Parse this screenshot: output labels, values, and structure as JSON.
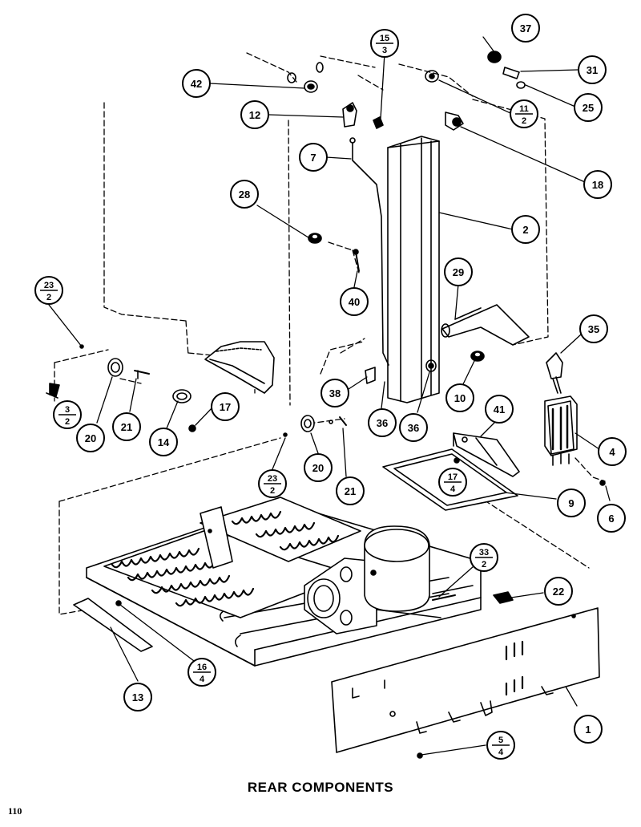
{
  "caption": "REAR COMPONENTS",
  "page_number": "110",
  "callouts": [
    {
      "id": "c-37",
      "top": "37"
    },
    {
      "id": "c-15-3",
      "top": "15",
      "bottom": "3"
    },
    {
      "id": "c-31",
      "top": "31"
    },
    {
      "id": "c-42",
      "top": "42"
    },
    {
      "id": "c-25",
      "top": "25"
    },
    {
      "id": "c-11-2",
      "top": "11",
      "bottom": "2"
    },
    {
      "id": "c-12",
      "top": "12"
    },
    {
      "id": "c-18",
      "top": "18"
    },
    {
      "id": "c-7",
      "top": "7"
    },
    {
      "id": "c-28",
      "top": "28"
    },
    {
      "id": "c-2",
      "top": "2"
    },
    {
      "id": "c-29",
      "top": "29"
    },
    {
      "id": "c-23-2-left",
      "top": "23",
      "bottom": "2"
    },
    {
      "id": "c-40",
      "top": "40"
    },
    {
      "id": "c-35",
      "top": "35"
    },
    {
      "id": "c-3-2",
      "top": "3",
      "bottom": "2"
    },
    {
      "id": "c-38",
      "top": "38"
    },
    {
      "id": "c-10",
      "top": "10"
    },
    {
      "id": "c-41",
      "top": "41"
    },
    {
      "id": "c-20-left",
      "top": "20"
    },
    {
      "id": "c-21-left",
      "top": "21"
    },
    {
      "id": "c-14",
      "top": "14"
    },
    {
      "id": "c-17",
      "top": "17"
    },
    {
      "id": "c-36-left",
      "top": "36"
    },
    {
      "id": "c-36-right",
      "top": "36"
    },
    {
      "id": "c-4",
      "top": "4"
    },
    {
      "id": "c-23-2-center",
      "top": "23",
      "bottom": "2"
    },
    {
      "id": "c-20-center",
      "top": "20"
    },
    {
      "id": "c-21-center",
      "top": "21"
    },
    {
      "id": "c-17-4",
      "top": "17",
      "bottom": "4"
    },
    {
      "id": "c-9",
      "top": "9"
    },
    {
      "id": "c-6",
      "top": "6"
    },
    {
      "id": "c-33-2",
      "top": "33",
      "bottom": "2"
    },
    {
      "id": "c-22",
      "top": "22"
    },
    {
      "id": "c-16-4",
      "top": "16",
      "bottom": "4"
    },
    {
      "id": "c-13",
      "top": "13"
    },
    {
      "id": "c-1",
      "top": "1"
    },
    {
      "id": "c-5-4",
      "top": "5",
      "bottom": "4"
    }
  ]
}
